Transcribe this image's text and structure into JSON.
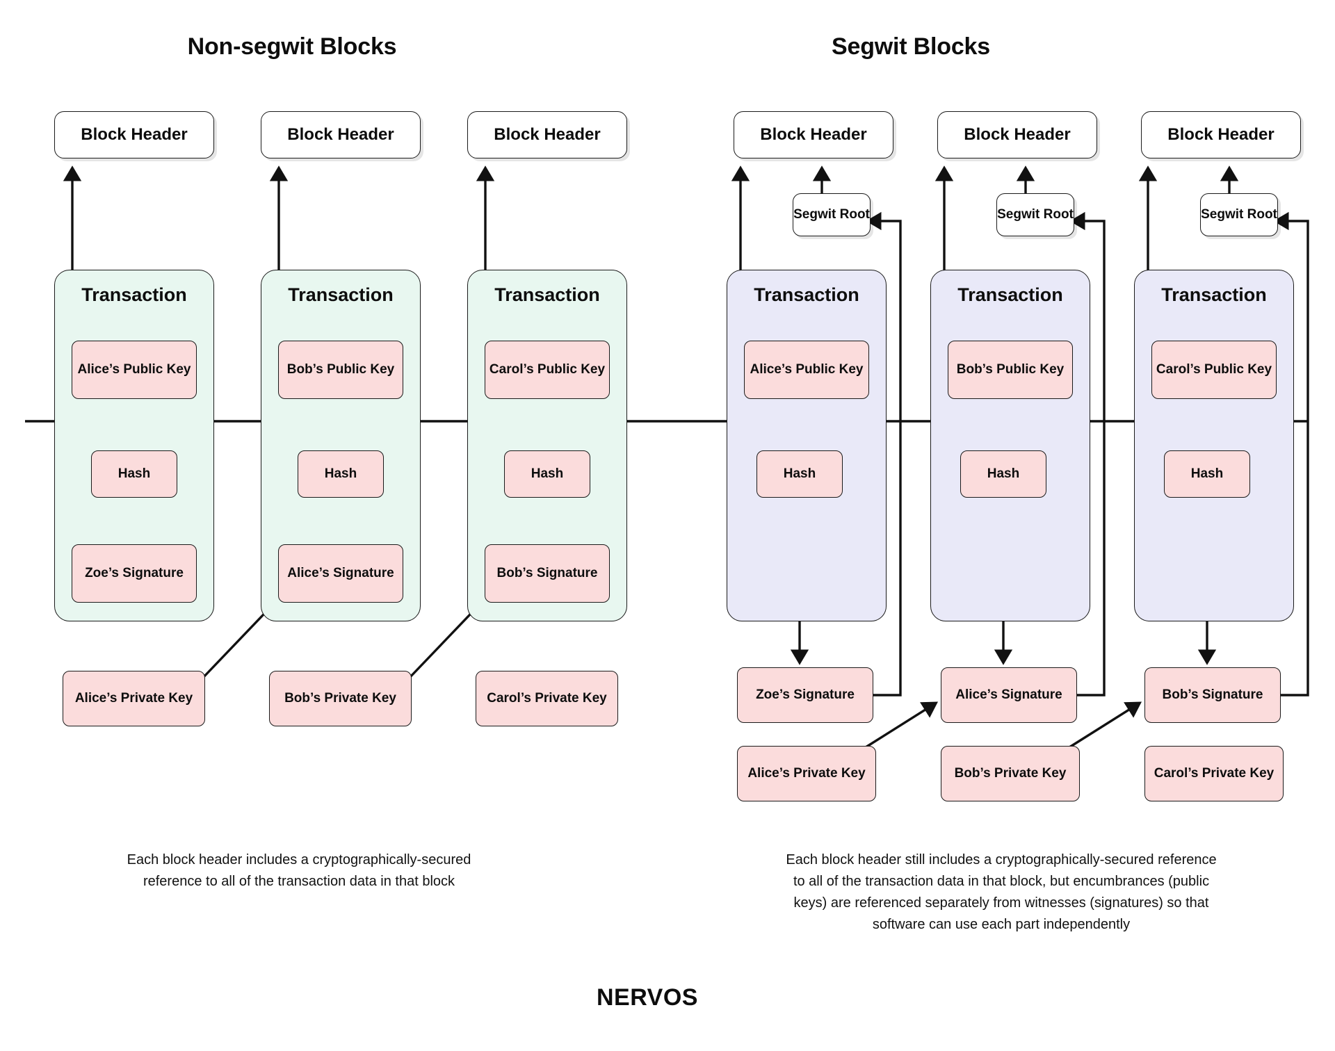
{
  "diagram": {
    "brand": "NERVOS",
    "colors": {
      "tx_nonsegwit_fill": "#e8f7f0",
      "tx_segwit_fill": "#e9e9f8",
      "pink_fill": "#fbdcdc",
      "stroke": "#1a1a1a",
      "background": "#ffffff"
    },
    "panels": [
      {
        "id": "non-segwit",
        "title": "Non-segwit Blocks",
        "caption": "Each block header includes a cryptographically-secured reference to all of the transaction data in that block",
        "caption_lines": [
          "Each block header includes a cryptographically-secured",
          "reference to all of the transaction data in that block"
        ],
        "blocks": [
          {
            "header": "Block Header",
            "transaction_label": "Transaction",
            "public_key": "Alice’s Public Key",
            "hash": "Hash",
            "signature": "Zoe’s Signature",
            "private_key": "Alice’s Private Key"
          },
          {
            "header": "Block Header",
            "transaction_label": "Transaction",
            "public_key": "Bob’s Public Key",
            "hash": "Hash",
            "signature": "Alice’s Signature",
            "private_key": "Bob’s Private Key"
          },
          {
            "header": "Block Header",
            "transaction_label": "Transaction",
            "public_key": "Carol’s Public Key",
            "hash": "Hash",
            "signature": "Bob’s Signature",
            "private_key": "Carol’s Private Key"
          }
        ]
      },
      {
        "id": "segwit",
        "title": "Segwit Blocks",
        "caption": "Each block header still includes a cryptographically-secured reference to all of the transaction data in that block, but encumbrances (public keys) are referenced separately from witnesses (signatures) so that software can use each part independently",
        "caption_lines": [
          "Each block header still includes a cryptographically-secured reference",
          "to all of the transaction data in that block, but encumbrances (public",
          "keys) are referenced separately from witnesses (signatures) so that",
          "software can use each part independently"
        ],
        "blocks": [
          {
            "header": "Block Header",
            "segwit_root": "Segwit Root",
            "transaction_label": "Transaction",
            "public_key": "Alice’s Public Key",
            "hash": "Hash",
            "signature": "Zoe’s Signature",
            "private_key": "Alice’s Private Key"
          },
          {
            "header": "Block Header",
            "segwit_root": "Segwit Root",
            "transaction_label": "Transaction",
            "public_key": "Bob’s Public Key",
            "hash": "Hash",
            "signature": "Alice’s Signature",
            "private_key": "Bob’s Private Key"
          },
          {
            "header": "Block Header",
            "segwit_root": "Segwit Root",
            "transaction_label": "Transaction",
            "public_key": "Carol’s Public Key",
            "hash": "Hash",
            "signature": "Bob’s Signature",
            "private_key": "Carol’s Private Key"
          }
        ]
      }
    ]
  }
}
